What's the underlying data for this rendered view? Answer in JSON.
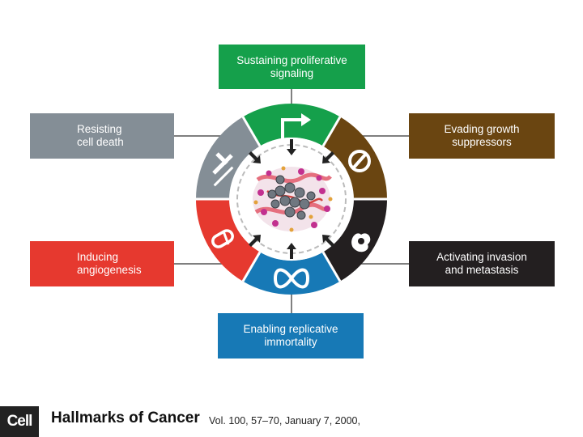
{
  "hallmarks": {
    "top": "Sustaining proliferative\nsignaling",
    "resisting": "Resisting\ncell death",
    "evading": "Evading growth\nsuppressors",
    "inducing": "Inducing\nangiogenesis",
    "activating": "Activating invasion\nand metastasis",
    "enabling": "Enabling replicative\nimmortality"
  },
  "colors": {
    "proliferative": "#15a04b",
    "cell_death": "#848e96",
    "suppressors": "#6a4511",
    "angiogenesis": "#e6392f",
    "invasion": "#231f20",
    "immortality": "#1779b6"
  },
  "icons": {
    "proliferative": "arrow-icon",
    "cell_death": "tombstone-cross-icon",
    "suppressors": "prohibition-icon",
    "angiogenesis": "blood-vessel-icon",
    "invasion": "cell-spreading-icon",
    "immortality": "infinity-icon"
  },
  "footer": {
    "journal": "Cell",
    "title": "Hallmarks of Cancer",
    "citation": "Vol. 100, 57–70, January 7, 2000,"
  }
}
